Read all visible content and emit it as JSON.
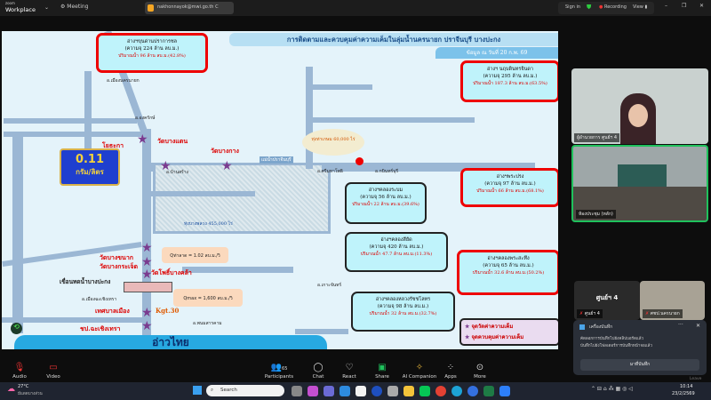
{
  "titlebar": {
    "app_small": "zoom",
    "app": "Workplace",
    "meeting": "Meeting",
    "account": "nakhonnayok@mwi.go.th C",
    "sign_in": "Sign in",
    "recording": "Recording",
    "view": "View"
  },
  "slide": {
    "title": "การติดตามและควบคุมค่าความเค็มในลุ่มน้ำนครนายก ปราจีนบุรี บางปะกง",
    "date": "ข้อมูล ณ วันที่ 20 ก.พ. 69",
    "salinity_value": "0.11",
    "salinity_unit": "กรัม/ลิตร",
    "reservoirs": [
      {
        "name": "อ่างฯขุนด่านปราการชล",
        "capacity": "(ความจุ 224 ล้าน ลบ.ม.)",
        "volume": "ปริมาณน้ำ 96 ล้าน ลบ.ม.(42.8%)"
      },
      {
        "name": "อ่างฯ นฤบดินทรจินดา",
        "capacity": "(ความจุ 295 ล้าน ลบ.ม.)",
        "volume": "ปริมาณน้ำ 187.3 ล้าน ลบ.ม.(63.5%)"
      },
      {
        "name": "อ่างฯพระปรง",
        "capacity": "(ความจุ 97 ล้าน ลบ.ม.)",
        "volume": "ปริมาณน้ำ 66 ล้าน ลบ.ม.(68.1%)"
      },
      {
        "name": "อ่างฯคลองระบม",
        "capacity": "(ความจุ 56 ล้าน ลบ.ม.)",
        "volume": "ปริมาณน้ำ 22 ล้าน ลบ.ม.(39.6%)"
      },
      {
        "name": "อ่างฯคลองสียัด",
        "capacity": "(ความจุ 420 ล้าน ลบ.ม.)",
        "volume": "ปริมาณน้ำ 47.7 ล้าน ลบ.ม.(11.3%)"
      },
      {
        "name": "อ่างฯคลองพระสะทึง",
        "capacity": "(ความจุ 65 ล้าน ลบ.ม.)",
        "volume": "ปริมาณน้ำ 32.6 ล้าน ลบ.ม.(50.2%)"
      },
      {
        "name": "อ่างฯคลองหลวงรัชชโลทร",
        "capacity": "(ความจุ 98 ล้าน ลบ.ม.)",
        "volume": "ปริมาณน้ำ 32 ล้าน ลบ.ม.(32.7%)"
      }
    ],
    "places": {
      "yothaka": "โยธะกา",
      "wat_bang_taen": "วัดบางแตน",
      "wat_bang_kang": "วัดบางกาง",
      "wat_bang_khanak": "วัดบางขนาก",
      "wat_bang_krachet": "วัดบางกระเจ็ด",
      "wat_klang": "วัดโพธิ์บางคล้า",
      "kgt30": "Kgt.30",
      "thetsaban": "เทศบาลเมือง",
      "chachoengsao": "ชป.ฉะเชิงเทรา",
      "dam_bangpakong": "เขื่อนทดน้ำบางปะกง",
      "mueang_nakhon": "อ.เมืองนครนายก",
      "ongkharak": "อ.องครักษ์",
      "ban_sang": "อ.บ้านสร้าง",
      "si_maha_phot": "อ.ศรีมหาโพธิ",
      "kabin": "อ.กบินทร์บุรี",
      "mueang_cha": "อ.เมืองฉะเชิงเทรา",
      "phanom_sarakham": "อ.พนมสารคาม",
      "ko_chan": "อ.เกาะจันทร์",
      "thung": "ทุ่งบางพลวง 455,000 ไร่",
      "thung2": "ทุ่งท่าเกษม 60,000 ไร่",
      "gulf": "อ่าวไทย",
      "q_tha_lat": "Qท่าลาด = 1.02 ลบ.ม./วิ",
      "q_dam": "Qmax = 1,600 ลบ.ม./วิ",
      "river_label": "แม่น้ำปราจีนบุรี"
    },
    "legend": [
      "จุดวัดค่าความเค็ม",
      "จุดควบคุมค่าความเค็ม"
    ]
  },
  "video": {
    "tile1_name": "ผู้อำนวยการ ศูนย์ฯ 4",
    "tile2_name": "ห้องประชุม (หลัก)",
    "tile3_title": "ศูนย์ฯ 4",
    "tile3_name": "ศูนย์ฯ 4",
    "tile4_name": "ศชป.นครนายก"
  },
  "notification": {
    "app": "เครื่องบันทึก",
    "line1": "คัดลอกการบันทึกไปยังคลิปบอร์ดแล้ว",
    "line2": "บันทึกไปยังโฟลเดอร์การบันทึกหน้าจอแล้ว",
    "button": "มาที่บันทึก",
    "leave": "Leave"
  },
  "toolbar": {
    "audio": "Audio",
    "video": "Video",
    "participants": "Participants",
    "participants_count": "65",
    "chat": "Chat",
    "react": "React",
    "share": "Share",
    "ai": "AI Companion",
    "apps": "Apps",
    "more": "More"
  },
  "taskbar": {
    "weather_temp": "27°C",
    "weather_desc": "มีแดดบางส่วน",
    "search": "Search",
    "time": "10:14",
    "date": "23/2/2569"
  }
}
